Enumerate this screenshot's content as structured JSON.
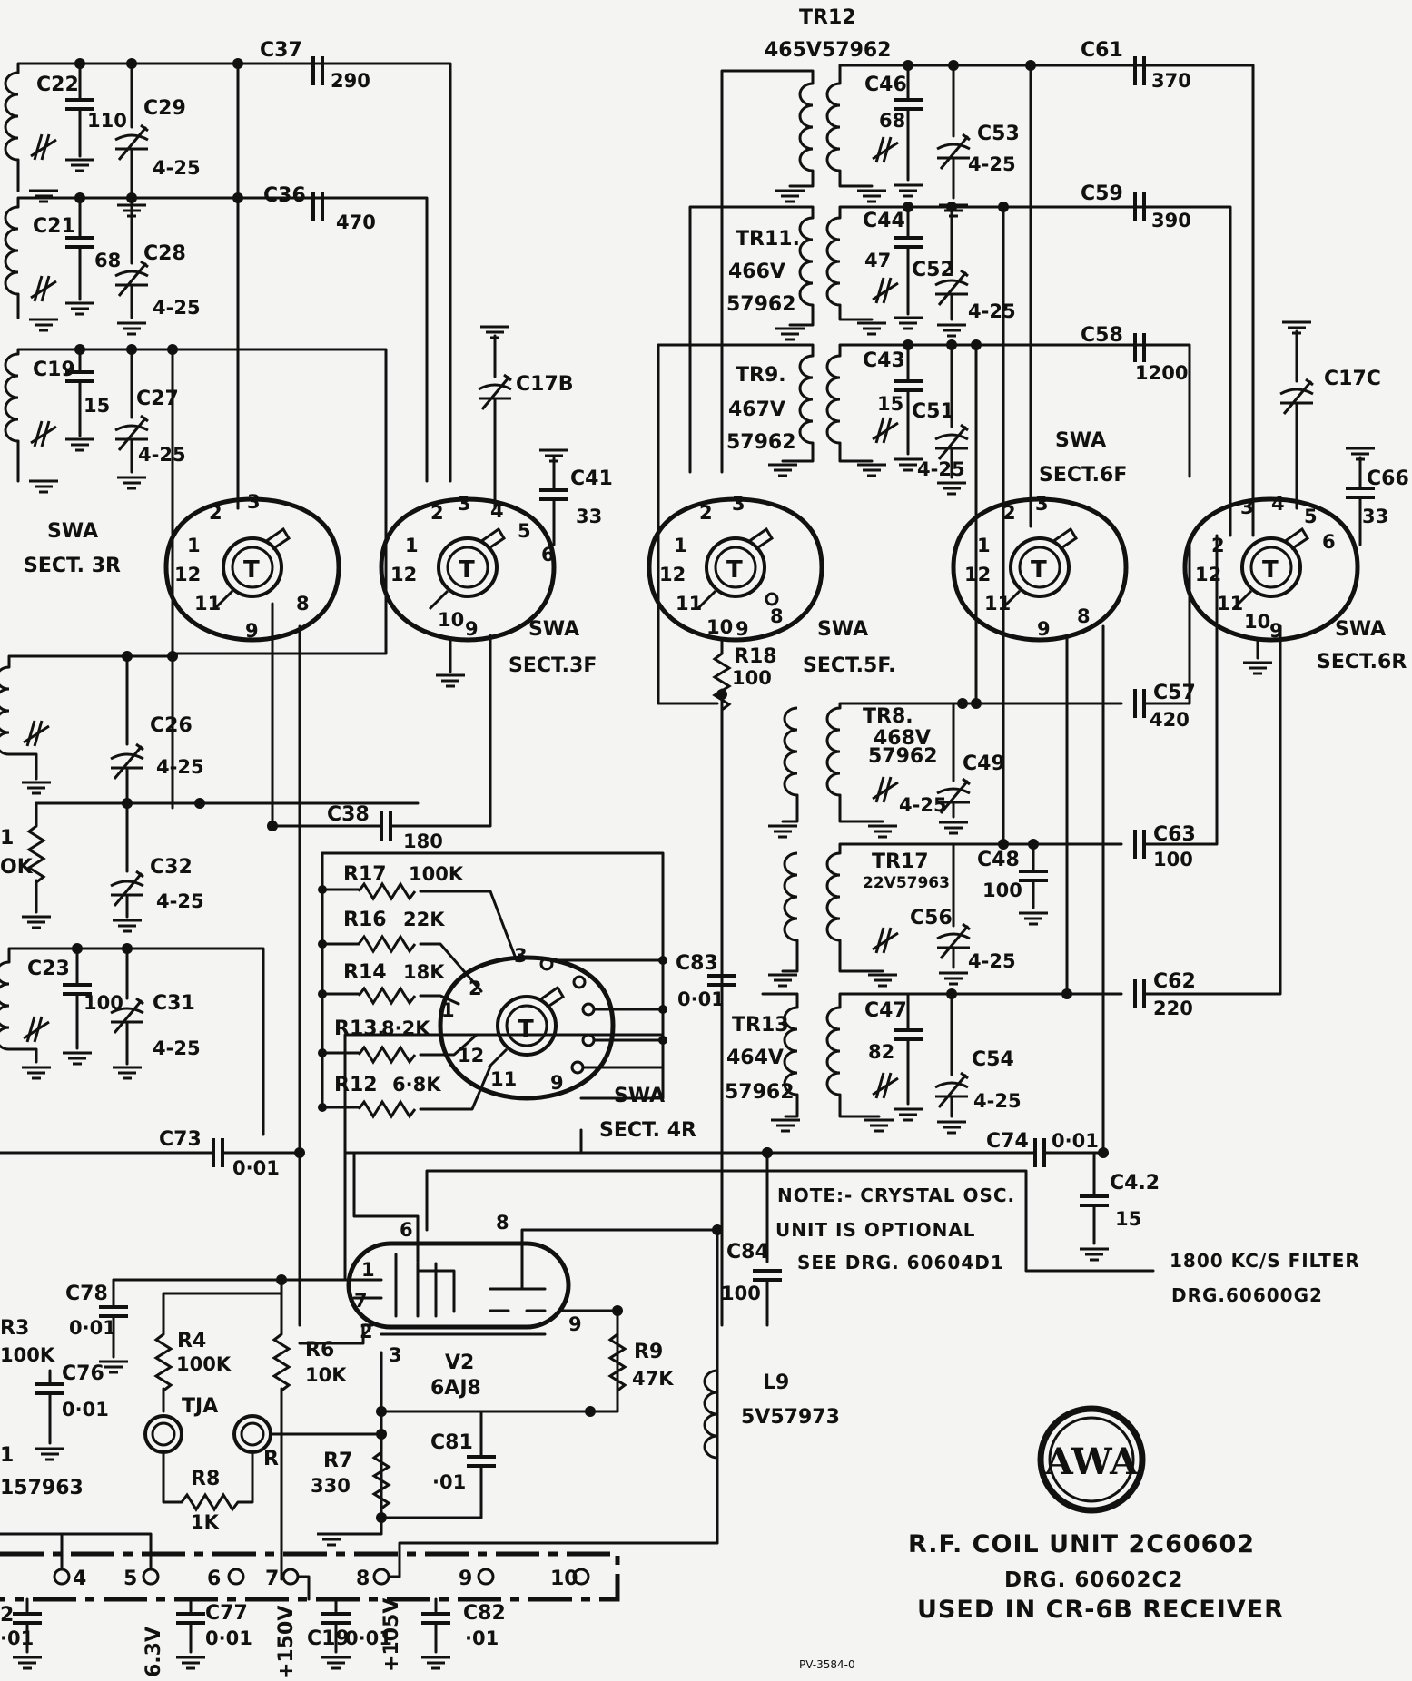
{
  "labels": {
    "TR12": "TR12",
    "TR12_part": "465V57962",
    "TR11": "TR11.",
    "TR11_p1": "466V",
    "TR11_p2": "57962",
    "TR9": "TR9.",
    "TR9_p1": "467V",
    "TR9_p2": "57962",
    "TR8": "TR8.",
    "TR8_p1": "468V",
    "TR8_p2": "57962",
    "TR17": "TR17",
    "TR17_part": "22V57963",
    "TR13": "TR13",
    "TR13_p1": "464V",
    "TR13_p2": "57962",
    "C22": "C22",
    "C22v": "110",
    "C29": "C29",
    "C29v": "4-25",
    "C21": "C21",
    "C21v": "68",
    "C28": "C28",
    "C28v": "4-25",
    "C19": "C19",
    "C19v": "15",
    "C27": "C27",
    "C27v": "4-25",
    "C37": "C37",
    "C37v": "290",
    "C36": "C36",
    "C36v": "470",
    "C17B": "C17B",
    "C41": "C41",
    "C41v": "33",
    "C46": "C46",
    "C46v": "68",
    "C53": "C53",
    "C53v": "4-25",
    "C44": "C44",
    "C44v": "47",
    "C52": "C52",
    "C52v": "4-25",
    "C43": "C43",
    "C43v": "15",
    "C51": "C51",
    "C51v": "4-25",
    "C61": "C61",
    "C61v": "370",
    "C59": "C59",
    "C59v": "390",
    "C58": "C58",
    "C58v": "1200",
    "C17C": "C17C",
    "C66": "C66",
    "C66v": "33",
    "SWA": "SWA",
    "SECT3R": "SECT. 3R",
    "SECT3F": "SECT.3F",
    "SECT5F": "SECT.5F.",
    "SECT6F": "SECT.6F",
    "SECT6R": "SECT.6R",
    "SECT4R": "SECT. 4R",
    "C26": "C26",
    "C26v": "4-25",
    "C32": "C32",
    "C32v": "4-25",
    "C38": "C38",
    "C38v": "180",
    "C23": "C23",
    "C23v": "100",
    "C31": "C31",
    "C31v": "4-25",
    "R1frag": "1",
    "R1val": "OK",
    "R17": "R17",
    "R17v": "100K",
    "R16": "R16",
    "R16v": "22K",
    "R14": "R14",
    "R14v": "18K",
    "R13": "R13.",
    "R13v": "8·2K",
    "R12": "R12",
    "R12v": "6·8K",
    "R18": "R18",
    "R18v": "100",
    "C83": "C83",
    "C83v": "0·01",
    "C57": "C57",
    "C57v": "420",
    "C49": "C49",
    "C49v": "4-25",
    "C63": "C63",
    "C63v": "100",
    "C48": "C48",
    "C48v": "100",
    "C56": "C56",
    "C56v": "4-25",
    "C62": "C62",
    "C62v": "220",
    "C47": "C47",
    "C47v": "82",
    "C54": "C54",
    "C54v": "4-25",
    "C73": "C73",
    "C73v": "0·01",
    "C74": "C74",
    "C74v": "0·01",
    "C42": "C4.2",
    "C42v": "15",
    "C78": "C78",
    "C78v": "0·01",
    "C76": "C76",
    "C76v": "0·01",
    "R3": "R3",
    "R3v": "100K",
    "R4": "R4",
    "R4v": "100K",
    "R6": "R6",
    "R6v": "10K",
    "TJA": "TJA",
    "R": "R",
    "R8": "R8",
    "R8v": "1K",
    "R7": "R7",
    "R7v": "330",
    "C81": "C81",
    "C81v": "·01",
    "C84": "C84",
    "C84v": "100",
    "R9": "R9",
    "R9v": "47K",
    "L9": "L9",
    "L9part": "5V57973",
    "V2": "V2",
    "V2type": "6AJ8",
    "frag57963": "157963",
    "frag1": "1",
    "C77": "C77",
    "C77v": "0·01",
    "C19b": "C19",
    "C19bv": "0·01",
    "C82": "C82",
    "C82v": "·01",
    "frag2": "2",
    "frag01": "·01"
  },
  "pins": {
    "p4": "4",
    "p5": "5",
    "p6": "6",
    "p7": "7",
    "p8": "8",
    "p9": "9",
    "p10": "10",
    "n6": "6",
    "n8": "8",
    "n1": "1",
    "n7": "7",
    "n2": "2",
    "n3": "3",
    "n9": "9",
    "sw1": "1",
    "sw2": "2",
    "sw3": "3",
    "sw4": "4",
    "sw5": "5",
    "sw6": "6",
    "sw8": "8",
    "sw9": "9",
    "sw10": "10",
    "sw11": "11",
    "sw12": "12",
    "swT": "T"
  },
  "rails": {
    "v63": "6.3V",
    "v150": "+150V",
    "v105": "+105V",
    "plus": "+"
  },
  "note": {
    "line1": "NOTE:- CRYSTAL OSC.",
    "line2": "UNIT IS OPTIONAL",
    "line3": "SEE DRG. 60604D1"
  },
  "filter": {
    "line1": "1800 KC/S FILTER",
    "line2": "DRG.60600G2"
  },
  "logo": "AWA",
  "title": {
    "line1": "R.F. COIL UNIT 2C60602",
    "line2": "DRG. 60602C2",
    "line3": "USED IN CR-6B RECEIVER"
  },
  "footer_code": "PV-3584-0"
}
